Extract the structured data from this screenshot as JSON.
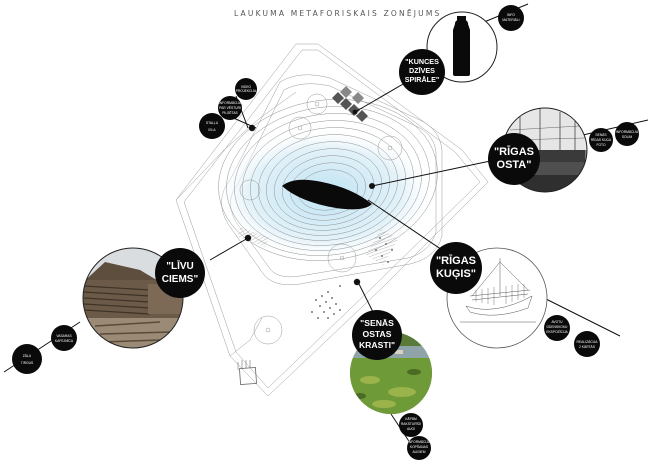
{
  "title": "LAUKUMA METAFORISKAIS ZONĒJUMS",
  "zones": {
    "kunces": [
      "\"KUNCES",
      "DZĪVES",
      "SPIRĀLE\""
    ],
    "rigas_osta": [
      "\"RĪGAS",
      "OSTA\""
    ],
    "livu_ciems": [
      "\"LĪVU",
      "CIEMS\""
    ],
    "rigas_kugis": [
      "\"RĪGAS",
      "KUĢIS\""
    ],
    "senas_ostas": [
      "\"SENĀS",
      "OSTAS",
      "KRASTI\""
    ]
  },
  "labels": {
    "info_materiali": [
      "INFO",
      "MATERIĀLI"
    ],
    "video_projekcija": [
      "VIDEO",
      "PROJEKCIJA"
    ],
    "informacija_vesture": [
      "INFORMĀCIJA",
      "PAR VĒSTURI",
      "PILSĒTAS"
    ],
    "stallu_iela": [
      "STAĻĻU",
      "IELA"
    ],
    "senas_rigas_kuga": [
      "SENĀS",
      "RĪGAS KUĢA",
      "FOTO"
    ],
    "informacija_solim": [
      "INFORMĀCIJA",
      "SOLIM"
    ],
    "vasaras_kafejnica": [
      "VASARAS",
      "KAFEJNĪCA"
    ],
    "zalu_tirgus": [
      "ZĀĻU",
      "TIRGUS"
    ],
    "avotu_ekspozicija": [
      "AVOTU",
      "ŪDENSKOKU",
      "EKSPOZĪCIJA"
    ],
    "realizacija_kartas": [
      "REALIZĀCIJA",
      "2 KĀRTĀS"
    ],
    "kapam_augi": [
      "KĀPĀM",
      "RAKSTURĪGI",
      "AUGI"
    ],
    "informacija_kopesana": [
      "INFORMĀCIJA",
      "KOPŠANAS",
      "AUGIEM"
    ]
  },
  "icons": {
    "bottle": "bottle-icon",
    "ship_photo": "ship-photo",
    "ship_drawing": "ship-drawing",
    "village_photo": "log-house-photo",
    "shore_photo": "shore-photo",
    "water_shape": "boat-shape"
  }
}
